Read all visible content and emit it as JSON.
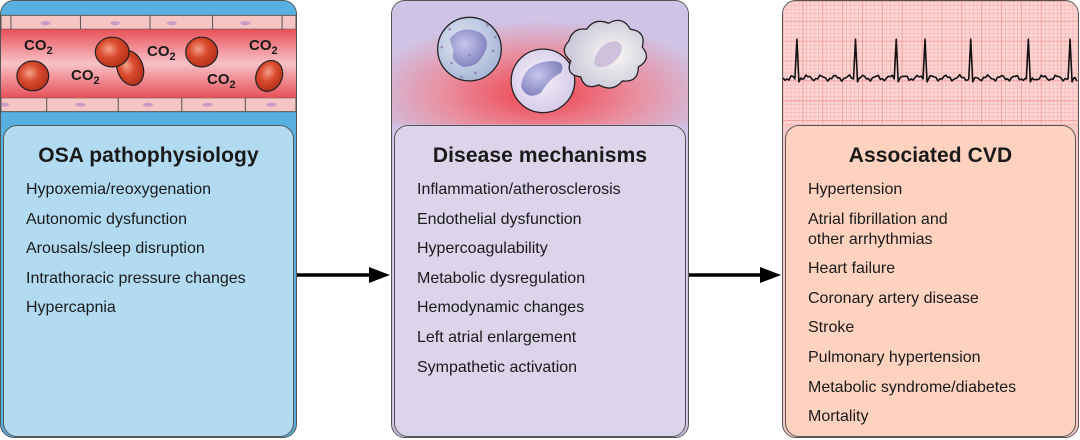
{
  "panels": [
    {
      "id": "osa",
      "title": "OSA pathophysiology",
      "illustration": "blood-vessel-with-red-cells-and-co2",
      "co2_label": "CO",
      "co2_sub": "2",
      "items": [
        "Hypoxemia/reoxygenation",
        "Autonomic dysfunction",
        "Arousals/sleep disruption",
        "Intrathoracic pressure changes",
        "Hypercapnia"
      ],
      "colors": {
        "frame": "#58b0e0",
        "box": "#b2dbf2"
      }
    },
    {
      "id": "mechanisms",
      "title": "Disease mechanisms",
      "illustration": "inflammatory-cells",
      "items": [
        "Inflammation/atherosclerosis",
        "Endothelial dysfunction",
        "Hypercoagulability",
        "Metabolic dysregulation",
        "Hemodynamic changes",
        "Left atrial enlargement",
        "Sympathetic activation"
      ],
      "colors": {
        "frame": "#cfc4e6",
        "box": "#dcd4ea",
        "glow": "#f0404a"
      }
    },
    {
      "id": "cvd",
      "title": "Associated CVD",
      "illustration": "ecg-trace-on-grid",
      "items": [
        "Hypertension",
        "Atrial fibrillation and other arrhythmias",
        "Heart failure",
        "Coronary artery disease",
        "Stroke",
        "Pulmonary hypertension",
        "Metabolic syndrome/diabetes",
        "Mortality"
      ],
      "items_display": [
        "Hypertension",
        "Atrial fibrillation and\nother arrhythmias",
        "Heart failure",
        "Coronary artery disease",
        "Stroke",
        "Pulmonary hypertension",
        "Metabolic syndrome/diabetes",
        "Mortality"
      ],
      "colors": {
        "frame": "#f8c8c4",
        "box": "#fdd3c0",
        "grid": "#f19a9a"
      }
    }
  ],
  "arrows": [
    {
      "from": "osa",
      "to": "mechanisms",
      "icon": "right-arrow-icon"
    },
    {
      "from": "mechanisms",
      "to": "cvd",
      "icon": "right-arrow-icon"
    }
  ]
}
